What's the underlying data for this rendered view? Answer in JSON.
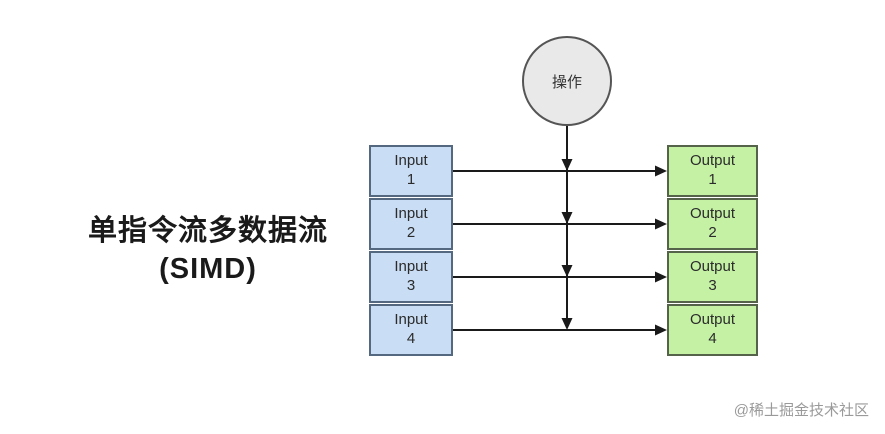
{
  "title": {
    "line1": "单指令流多数据流",
    "line2": "(SIMD)"
  },
  "operation": {
    "label": "操作"
  },
  "inputs": [
    {
      "line1": "Input",
      "line2": "1"
    },
    {
      "line1": "Input",
      "line2": "2"
    },
    {
      "line1": "Input",
      "line2": "3"
    },
    {
      "line1": "Input",
      "line2": "4"
    }
  ],
  "outputs": [
    {
      "line1": "Output",
      "line2": "1"
    },
    {
      "line1": "Output",
      "line2": "2"
    },
    {
      "line1": "Output",
      "line2": "3"
    },
    {
      "line1": "Output",
      "line2": "4"
    }
  ],
  "watermark": "@稀土掘金技术社区",
  "colors": {
    "input_fill": "#c9ddf5",
    "input_border": "#54687f",
    "output_fill": "#c5f1a5",
    "output_border": "#55634a",
    "operation_fill": "#e9e9e9",
    "operation_border": "#555555",
    "arrow": "#1a1a1a",
    "title_text": "#1a1a1a",
    "watermark_text": "#9a9a9a"
  }
}
